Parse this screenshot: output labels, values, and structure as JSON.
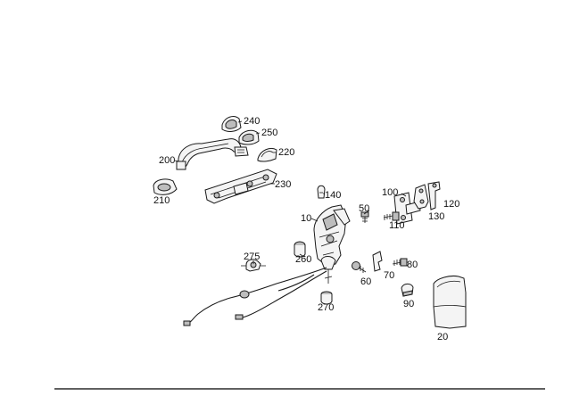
{
  "callouts": [
    {
      "id": "p240",
      "text": "240"
    },
    {
      "id": "p250",
      "text": "250"
    },
    {
      "id": "p220",
      "text": "220"
    },
    {
      "id": "p200",
      "text": "200"
    },
    {
      "id": "p230",
      "text": "230"
    },
    {
      "id": "p210",
      "text": "210"
    },
    {
      "id": "p140",
      "text": "140"
    },
    {
      "id": "p100",
      "text": "100"
    },
    {
      "id": "p120",
      "text": "120"
    },
    {
      "id": "p50",
      "text": "50"
    },
    {
      "id": "p130",
      "text": "130"
    },
    {
      "id": "p110",
      "text": "110"
    },
    {
      "id": "p10",
      "text": "10"
    },
    {
      "id": "p275",
      "text": "275"
    },
    {
      "id": "p260",
      "text": "260"
    },
    {
      "id": "p80",
      "text": "80"
    },
    {
      "id": "p60",
      "text": "60"
    },
    {
      "id": "p70",
      "text": "70"
    },
    {
      "id": "p270",
      "text": "270"
    },
    {
      "id": "p90",
      "text": "90"
    },
    {
      "id": "p20",
      "text": "20"
    }
  ]
}
